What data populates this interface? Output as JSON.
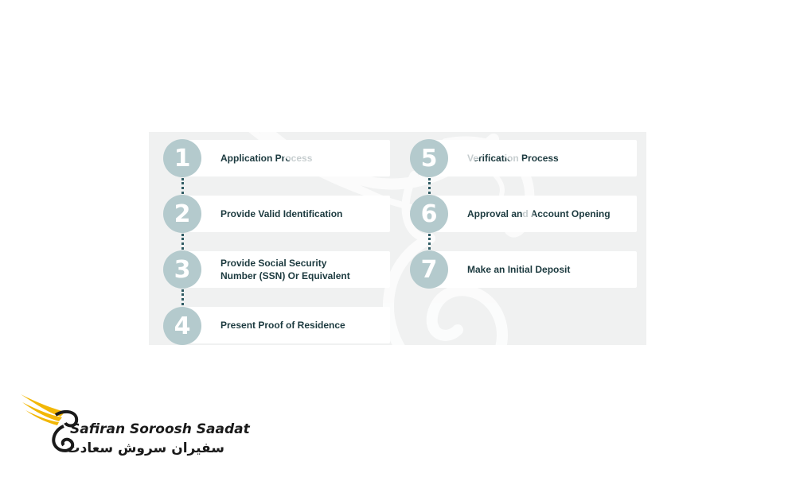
{
  "steps_left": [
    {
      "number": "1",
      "label": "Application Process"
    },
    {
      "number": "2",
      "label": "Provide Valid Identification"
    },
    {
      "number": "3",
      "label": "Provide Social Security Number (SSN) Or Equivalent"
    },
    {
      "number": "4",
      "label": "Present Proof of Residence"
    }
  ],
  "steps_right": [
    {
      "number": "5",
      "label": "Verification Process"
    },
    {
      "number": "6",
      "label": "Approval and Account Opening"
    },
    {
      "number": "7",
      "label": "Make an Initial Deposit"
    }
  ],
  "brand": {
    "name_en": "Safiran Soroosh Saadat",
    "name_fa": "سفیران سروش سعادت"
  },
  "colors": {
    "circle": "#b4cacd",
    "label_text": "#1c3a3f",
    "connector": "#2f5b63",
    "logo_gold": "#f2b705"
  }
}
